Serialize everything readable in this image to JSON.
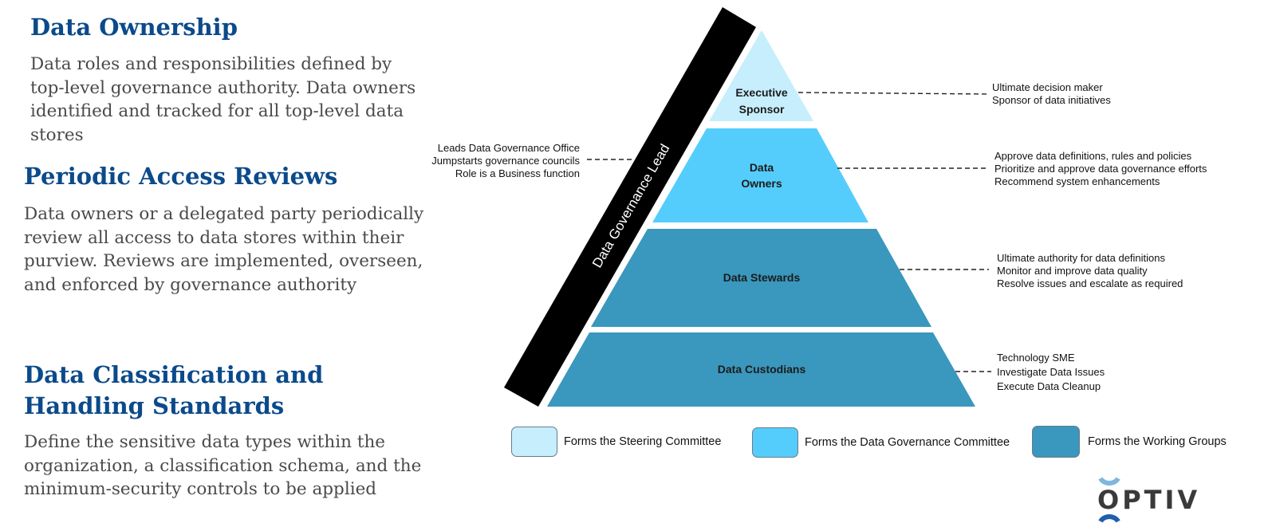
{
  "sections": [
    {
      "title": "Data Ownership",
      "body": "Data roles and responsibilities defined by top-level governance authority. Data owners identified and tracked for all top-level data stores"
    },
    {
      "title": "Periodic Access Reviews",
      "body": "Data owners or a delegated party periodically review all access to data stores within their purview. Reviews are implemented, overseen, and enforced by governance authority"
    },
    {
      "title": "Data Classification and Handling Standards",
      "body": "Define the sensitive data types within the organization, a classification schema, and the minimum-security controls to be applied"
    }
  ],
  "pyramid": {
    "lead": {
      "label": "Data Governance Lead",
      "notes": [
        "Leads Data Governance Office",
        "Jumpstarts governance councils",
        "Role is a Business function"
      ]
    },
    "tiers": [
      {
        "label_lines": [
          "Executive",
          "Sponsor"
        ],
        "group": "steering",
        "notes": [
          "Ultimate decision maker",
          "Sponsor of data initiatives"
        ]
      },
      {
        "label_lines": [
          "Data",
          "Owners"
        ],
        "group": "governance",
        "notes": [
          "Approve data definitions, rules and policies",
          "Prioritize and approve data governance efforts",
          "Recommend system enhancements"
        ]
      },
      {
        "label_lines": [
          "Data Stewards"
        ],
        "group": "working",
        "notes": [
          "Ultimate authority for data definitions",
          "Monitor and improve data quality",
          "Resolve issues and escalate as required"
        ]
      },
      {
        "label_lines": [
          "Data Custodians"
        ],
        "group": "working",
        "notes": [
          "Technology SME",
          "Investigate Data Issues",
          "Execute Data Cleanup"
        ]
      }
    ]
  },
  "legend": [
    {
      "key": "steering",
      "label": "Forms the Steering Committee",
      "color": "#c6eefd"
    },
    {
      "key": "governance",
      "label": "Forms the Data Governance Committee",
      "color": "#55cdfc"
    },
    {
      "key": "working",
      "label": "Forms the Working Groups",
      "color": "#3a97bd"
    }
  ],
  "colors": {
    "heading": "#0b4a8b",
    "body_text": "#4a4a4a",
    "lead_band": "#000000",
    "steering": "#c6eefd",
    "governance": "#55cdfc",
    "working": "#3a97bd"
  },
  "logo": {
    "text": "OPTIV",
    "arc_top_color": "#7fb6de",
    "arc_bottom_color": "#1e5fae"
  }
}
